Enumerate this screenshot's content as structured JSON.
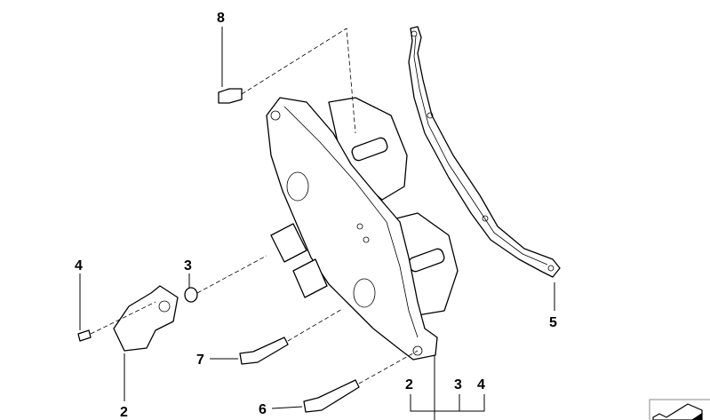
{
  "diagram": {
    "callouts": [
      {
        "id": "callout-8",
        "text": "8"
      },
      {
        "id": "callout-4-left",
        "text": "4"
      },
      {
        "id": "callout-3-left",
        "text": "3"
      },
      {
        "id": "callout-5",
        "text": "5"
      },
      {
        "id": "callout-2-left",
        "text": "2"
      },
      {
        "id": "callout-7",
        "text": "7"
      },
      {
        "id": "callout-6",
        "text": "6"
      },
      {
        "id": "callout-2-group",
        "text": "2"
      },
      {
        "id": "callout-3-group",
        "text": "3"
      },
      {
        "id": "callout-4-group",
        "text": "4"
      }
    ],
    "corner_icon": "parts-block-icon",
    "colors": {
      "line": "#000000",
      "background": "#ffffff"
    }
  }
}
